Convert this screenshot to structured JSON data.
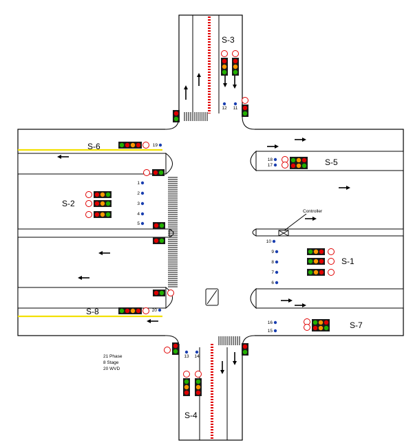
{
  "signal_groups": {
    "s1": "S-1",
    "s2": "S-2",
    "s3": "S-3",
    "s4": "S-4",
    "s5": "S-5",
    "s6": "S-6",
    "s7": "S-7",
    "s8": "S-8"
  },
  "controller_label": "Controller",
  "detectors": [
    "1",
    "2",
    "3",
    "4",
    "5",
    "6",
    "7",
    "8",
    "9",
    "10",
    "11",
    "12",
    "13",
    "14",
    "15",
    "16",
    "17",
    "18",
    "19",
    "20"
  ],
  "legend": {
    "phase": "21 Phase",
    "stage": "8  Stage",
    "wvd": "20 WVD"
  },
  "colors": {
    "signal_red": "#e00000",
    "signal_amber": "#ff9900",
    "signal_green": "#22b000",
    "center_yellow": "#f2e000",
    "detector_blue": "#1a3fb0"
  }
}
